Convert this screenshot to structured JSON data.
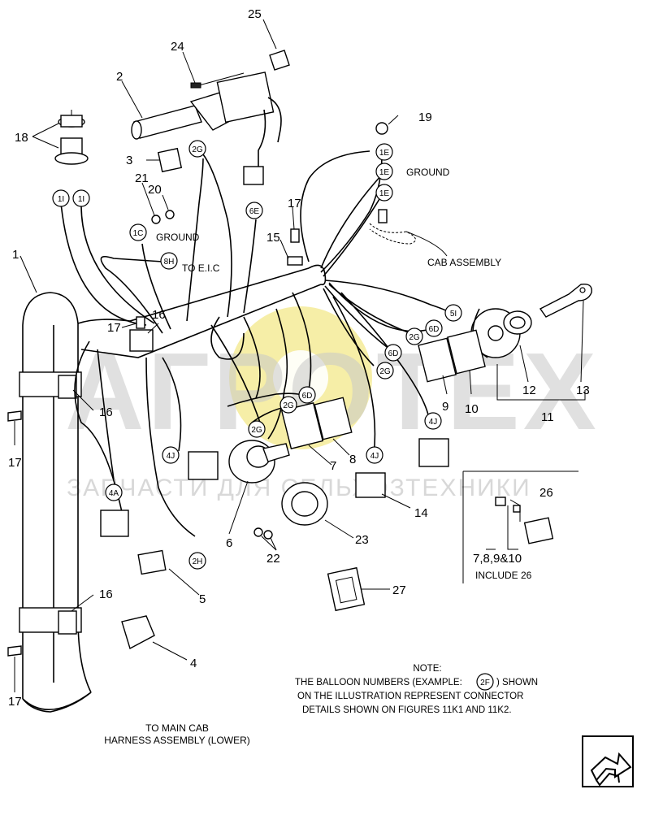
{
  "watermark": {
    "brand": "АГРОТЕХ",
    "tagline": "ЗАПЧАСТИ ДЛЯ СЕЛЬХОЗТЕХНИКИ",
    "gear_color": "#f3e889"
  },
  "callouts": {
    "n1": "1",
    "n2": "2",
    "n3": "3",
    "n4": "4",
    "n5": "5",
    "n6": "6",
    "n7": "7",
    "n8": "8",
    "n9": "9",
    "n10": "10",
    "n11": "11",
    "n12": "12",
    "n13": "13",
    "n14": "14",
    "n15": "15",
    "n16a": "16",
    "n16b": "16",
    "n16c": "16",
    "n17a": "17",
    "n17b": "17",
    "n17c": "17",
    "n17d": "17",
    "n18": "18",
    "n19": "19",
    "n20": "20",
    "n21": "21",
    "n22": "22",
    "n23": "23",
    "n24": "24",
    "n25": "25",
    "n26": "26",
    "n27": "27"
  },
  "balloons": {
    "b2G_top": "2G",
    "b1E_a": "1E",
    "b1E_b": "1E",
    "b1E_c": "1E",
    "b1I_a": "1I",
    "b1I_b": "1I",
    "b1C": "1C",
    "b8H": "8H",
    "b6E": "6E",
    "b5I": "5I",
    "b6D_a": "6D",
    "b2G_b": "2G",
    "b6D_b": "6D",
    "b2G_c": "2G",
    "b6D_c": "6D",
    "b2G_d": "2G",
    "b2G_e": "2G",
    "b4J_a": "4J",
    "b4J_b": "4J",
    "b4J_c": "4J",
    "b4A": "4A",
    "b2H": "2H"
  },
  "labels": {
    "ground_left": "GROUND",
    "to_eic": "TO E.I.C",
    "ground_right": "GROUND",
    "cab_assembly": "CAB ASSEMBLY",
    "include_set": "7,8,9&10",
    "include_26": "INCLUDE 26",
    "to_main_1": "TO MAIN CAB",
    "to_main_2": "HARNESS ASSEMBLY (LOWER)"
  },
  "note": {
    "heading": "NOTE:",
    "line1_pre": "THE BALLOON NUMBERS (EXAMPLE:",
    "line1_balloon": "2F",
    "line1_post": ") SHOWN",
    "line2": "ON THE ILLUSTRATION REPRESENT CONNECTOR",
    "line3": "DETAILS SHOWN ON FIGURES 11K1 AND 11K2."
  },
  "nav": {
    "icon": "next-page-arrow-icon"
  }
}
